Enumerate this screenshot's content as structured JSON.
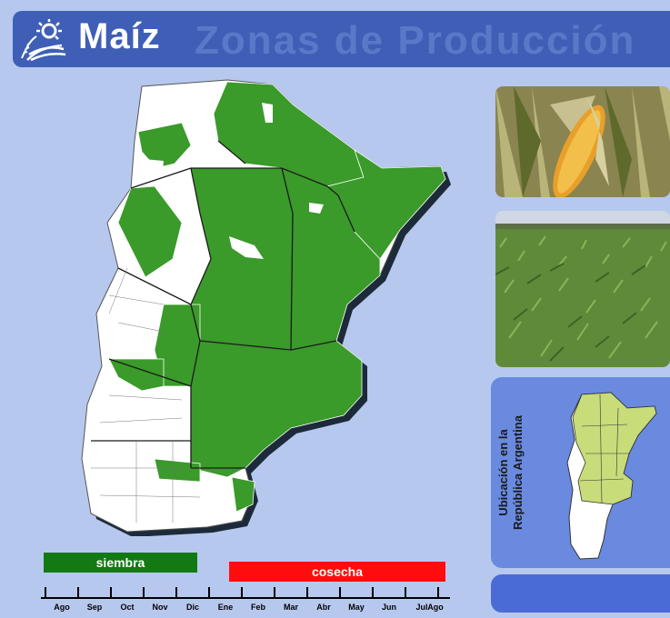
{
  "header": {
    "title": "Maíz",
    "subtitle": "Zonas de Producción"
  },
  "colors": {
    "background": "#b7c8ee",
    "header": "#3f5fb6",
    "production_zone": "#3a9a2a",
    "non_production_zone": "#ffffff",
    "siembra_bar": "#137a13",
    "cosecha_bar": "#ff0d0d",
    "location_panel": "#6a8ae0",
    "minimap_zone": "#c8dc7a"
  },
  "location_panel": {
    "line1": "Ubicación en la",
    "line2": "República Argentina"
  },
  "calendar": {
    "siembra_label": "siembra",
    "cosecha_label": "cosecha",
    "months": [
      "Ago",
      "Sep",
      "Oct",
      "Nov",
      "Dic",
      "Ene",
      "Feb",
      "Mar",
      "Abr",
      "May",
      "Jun",
      "Jul",
      "Ago"
    ]
  },
  "icons": {
    "logo": "sun-wheat-icon"
  }
}
